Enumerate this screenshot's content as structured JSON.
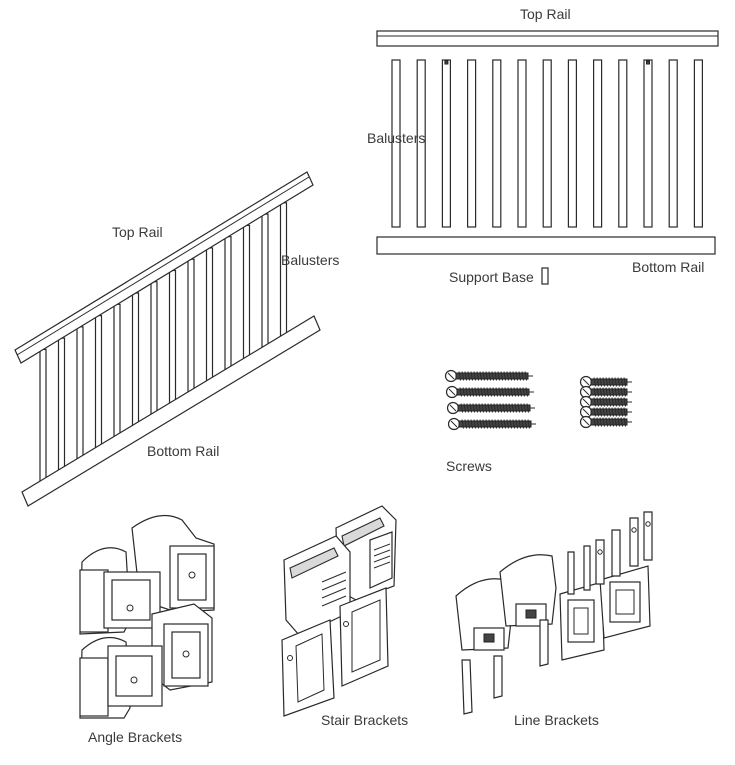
{
  "straight_railing": {
    "top_rail_label": "Top Rail",
    "balusters_label": "Balusters",
    "support_base_label": "Support Base",
    "bottom_rail_label": "Bottom Rail",
    "baluster_count": 13
  },
  "stair_railing": {
    "top_rail_label": "Top Rail",
    "balusters_label": "Balusters",
    "bottom_rail_label": "Bottom Rail"
  },
  "screws": {
    "label": "Screws"
  },
  "brackets": {
    "angle_label": "Angle Brackets",
    "stair_label": "Stair Brackets",
    "line_label": "Line Brackets"
  }
}
